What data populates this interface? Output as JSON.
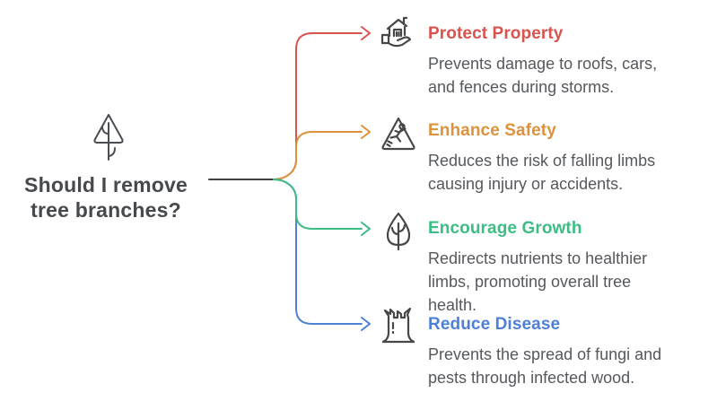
{
  "diagram": {
    "root": {
      "icon_name": "tree-icon",
      "title_lines": [
        "Should I remove",
        "tree branches?"
      ]
    },
    "connector_color": "#3f4245",
    "branches": [
      {
        "heading": "Protect Property",
        "color": "#d9534f",
        "icon_name": "house-in-hand-icon",
        "description_lines": [
          "Prevents damage to roofs, cars,",
          "and fences during storms."
        ]
      },
      {
        "heading": "Enhance Safety",
        "color": "#de923c",
        "icon_name": "falling-hazard-icon",
        "description_lines": [
          "Reduces the risk of falling limbs",
          "causing injury or accidents."
        ]
      },
      {
        "heading": "Encourage Growth",
        "color": "#3dbc83",
        "icon_name": "leaf-tree-icon",
        "description_lines": [
          "Redirects nutrients to healthier",
          "limbs, promoting overall tree",
          "health."
        ]
      },
      {
        "heading": "Reduce Disease",
        "color": "#4f80d6",
        "icon_name": "tree-stump-icon",
        "description_lines": [
          "Prevents the spread of fungi and",
          "pests through infected wood."
        ]
      }
    ]
  }
}
